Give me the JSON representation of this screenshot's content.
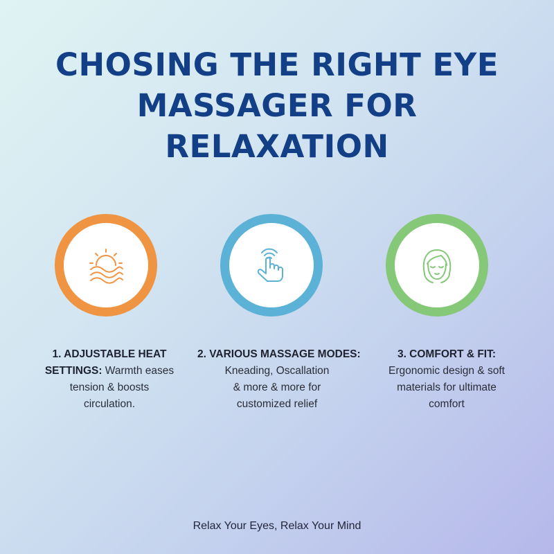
{
  "title": {
    "lines": [
      "CHOSING THE RIGHT EYE",
      "MASSAGER FOR",
      "RELAXATION"
    ]
  },
  "features": [
    {
      "icon": "sun-waves-icon",
      "color": "#ef9443",
      "heading": "1. ADJUSTABLE HEAT",
      "heading_cont": "SETTINGS:",
      "text_inline": " Warmth eases",
      "text_lines": [
        "tension & boosts",
        "circulation."
      ]
    },
    {
      "icon": "hand-tap-icon",
      "color": "#5cb2d6",
      "heading": "2. VARIOUS MASSAGE MODES:",
      "text_lines": [
        "Kneading, Oscallation",
        "& more & more for",
        "customized relief"
      ]
    },
    {
      "icon": "relaxed-face-icon",
      "color": "#85c878",
      "heading": "3. COMFORT & FIT:",
      "text_lines": [
        "Ergonomic design & soft",
        "materials for ultimate",
        "comfort"
      ]
    }
  ],
  "tagline": "Relax Your Eyes, Relax Your Mind"
}
